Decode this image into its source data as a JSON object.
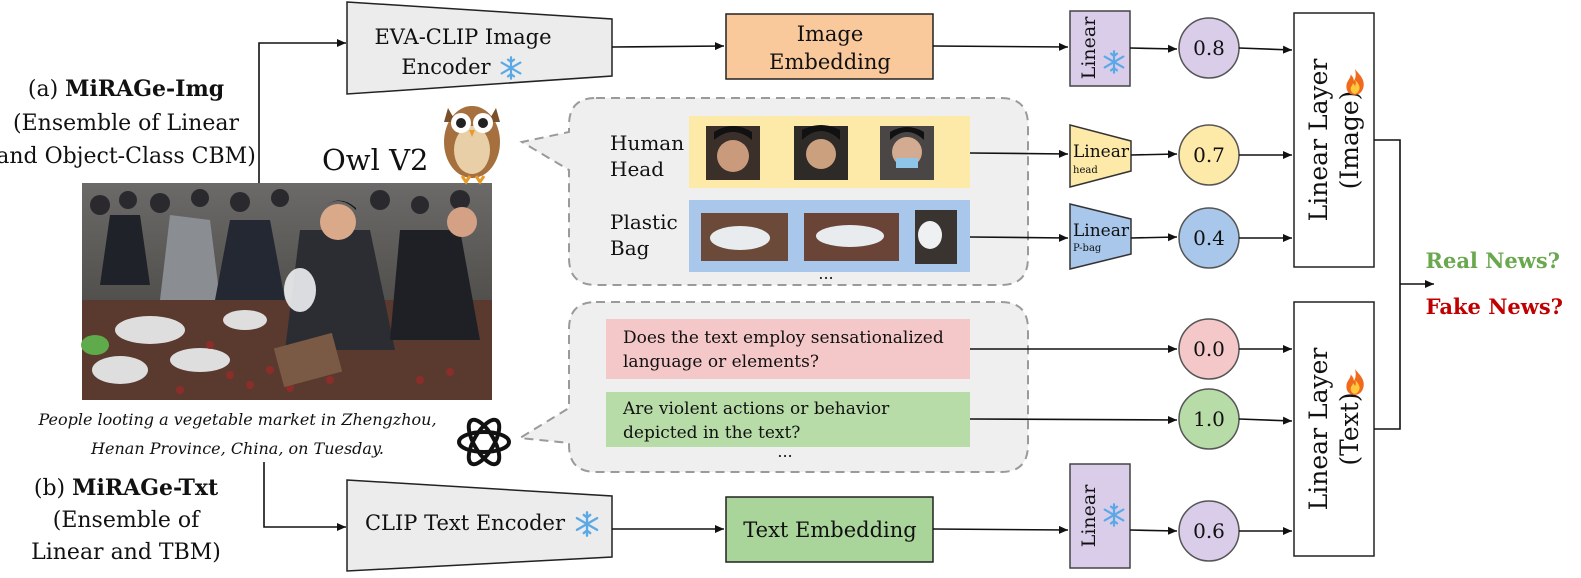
{
  "models": {
    "img": {
      "prefix": "(a) ",
      "name": "MiRAGe-Img",
      "line1": "(Ensemble of Linear",
      "line2": "and Object-Class CBM)"
    },
    "txt": {
      "prefix": "(b) ",
      "name": "MiRAGe-Txt",
      "line1": "(Ensemble of",
      "line2": "Linear and TBM)"
    }
  },
  "owl_label": "Owl V2",
  "caption": {
    "line1": "People looting a vegetable market in Zhengzhou,",
    "line2": "Henan Province, China, on Tuesday."
  },
  "encoders": {
    "image": {
      "line1": "EVA-CLIP Image",
      "line2": "Encoder"
    },
    "text": {
      "line1": "CLIP Text Encoder"
    }
  },
  "embeddings": {
    "image": {
      "line1": "Image",
      "line2": "Embedding"
    },
    "text": {
      "line1": "Text Embedding"
    }
  },
  "concepts": [
    {
      "line1": "Human",
      "line2": "Head",
      "linear": "Linear",
      "sub": "head",
      "score": "0.7"
    },
    {
      "line1": "Plastic",
      "line2": "Bag",
      "linear": "Linear",
      "sub": "P-bag",
      "score": "0.4"
    }
  ],
  "ellipsis": "...",
  "questions": [
    {
      "line1": "Does the text employ sensationalized",
      "line2": "language or elements?",
      "score": "0.0"
    },
    {
      "line1": "Are violent actions or behavior",
      "line2": "depicted in the text?",
      "score": "1.0"
    }
  ],
  "frozen_linear": "Linear",
  "scores": {
    "image_linear": "0.8",
    "text_linear": "0.6"
  },
  "layers": {
    "image": {
      "line1": "Linear Layer",
      "line2": "(Image)"
    },
    "text": {
      "line1": "Linear Layer",
      "line2": "(Text)"
    }
  },
  "outputs": {
    "real": "Real News?",
    "fake": "Fake News?"
  },
  "colors": {
    "image_embedding": "#f9c89b",
    "text_embedding": "#a9d49a",
    "frozen_linear": "#d9cdea",
    "head_band": "#fde9a8",
    "bag_band": "#a8c7ea",
    "q1": "#f4c7c9",
    "q2": "#b7dca8",
    "real": "#6aa84f",
    "fake": "#c00000"
  }
}
